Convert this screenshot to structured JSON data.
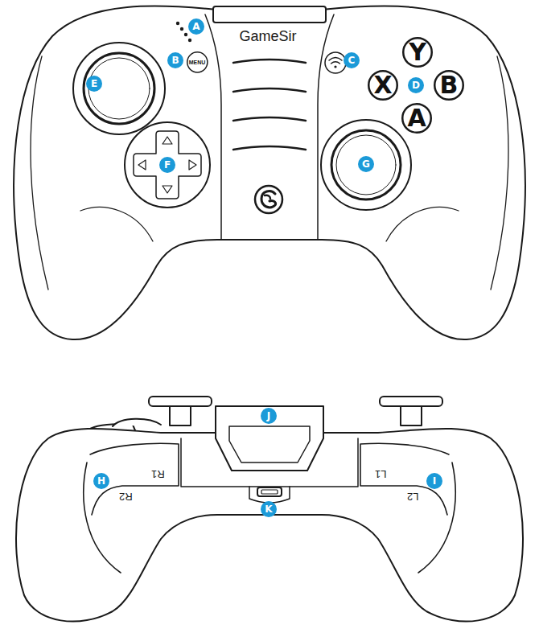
{
  "diagram": {
    "nodes": [
      {
        "text": [
          "A"
        ]
      },
      {
        "text": [
          "Y"
        ]
      },
      {
        "text": [
          "B"
        ]
      },
      {
        "text": [
          "MENU"
        ]
      },
      {
        "text": [
          "C"
        ]
      },
      {
        "text": [
          "E"
        ]
      },
      {
        "text": [
          "X"
        ]
      },
      {
        "text": [
          "D"
        ]
      },
      {
        "text": [
          "B"
        ]
      },
      {
        "text": [
          "A"
        ]
      },
      {
        "text": [
          "G"
        ]
      },
      {
        "text": [
          "F"
        ]
      },
      {
        "text": [
          "J"
        ]
      },
      {
        "text": [
          "H"
        ]
      },
      {
        "text": [
          "I"
        ]
      },
      {
        "text": [
          "K"
        ]
      }
    ],
    "labels": [
      "GameSir",
      "R1",
      "R2",
      "L1",
      "L2"
    ]
  }
}
